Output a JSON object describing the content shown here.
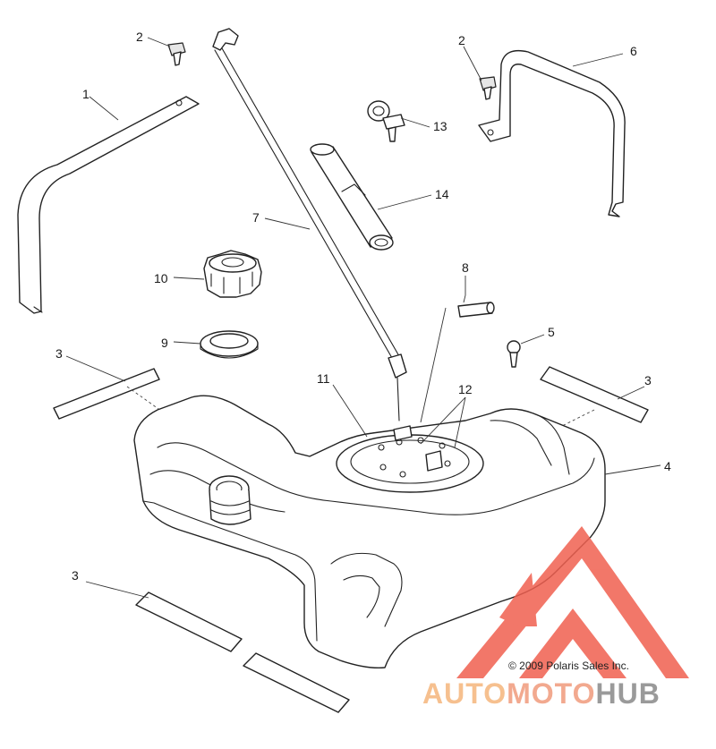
{
  "callouts": {
    "c1": "1",
    "c2a": "2",
    "c2b": "2",
    "c3a": "3",
    "c3b": "3",
    "c3c": "3",
    "c4": "4",
    "c5": "5",
    "c6": "6",
    "c7": "7",
    "c8": "8",
    "c9": "9",
    "c10": "10",
    "c11": "11",
    "c12": "12",
    "c13": "13",
    "c14": "14"
  },
  "copyright": "© 2009 Polaris Sales Inc.",
  "watermark": {
    "part1": "AUTO",
    "part2": "MOTO",
    "part3": "HUB",
    "colors": {
      "auto": "#f6c08f",
      "moto": "#f2a98f",
      "hub": "#9a9a9a",
      "logo": "#f06050"
    }
  }
}
